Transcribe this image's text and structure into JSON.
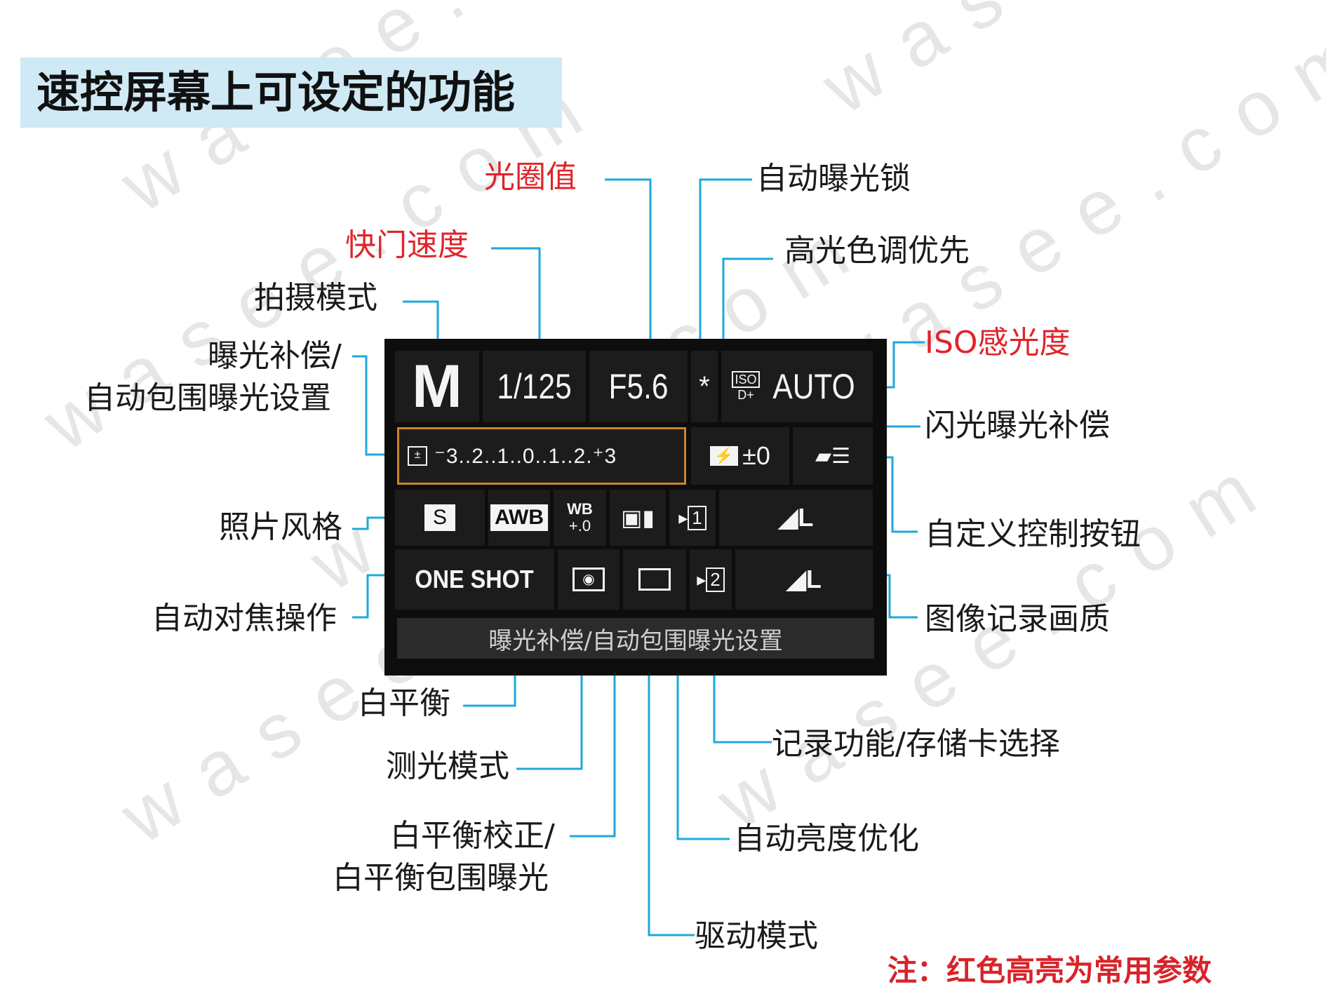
{
  "title": "速控屏幕上可设定的功能",
  "labels": {
    "aperture": "光圈值",
    "shutter": "快门速度",
    "shooting_mode": "拍摄模式",
    "exposure_comp_1": "曝光补偿/",
    "exposure_comp_2": "自动包围曝光设置",
    "picture_style": "照片风格",
    "af_operation": "自动对焦操作",
    "white_balance": "白平衡",
    "metering": "测光模式",
    "wb_correction_1": "白平衡校正/",
    "wb_correction_2": "白平衡包围曝光",
    "drive_mode": "驱动模式",
    "ae_lock": "自动曝光锁",
    "highlight_priority": "高光色调优先",
    "iso": "ISO感光度",
    "flash_comp": "闪光曝光补偿",
    "custom_controls": "自定义控制按钮",
    "image_quality": "图像记录画质",
    "record_card": "记录功能/存储卡选择",
    "alo": "自动亮度优化"
  },
  "screen": {
    "mode": "M",
    "shutter": "1/125",
    "aperture": "F5.6",
    "ae_lock_symbol": "*",
    "iso_badge_top": "ISO",
    "iso_badge_bottom": "D+",
    "iso": "AUTO",
    "exp_scale": "⁻3..2..1..0..1..2.⁺3",
    "flash_comp": "±0",
    "picture_style": "S",
    "wb": "AWB",
    "wb_shift_top": "WB",
    "wb_shift_bottom": "+.0",
    "card1": "1",
    "quality1": "L",
    "af_mode": "ONE SHOT",
    "card2": "2",
    "quality2": "L",
    "status_text": "曝光补偿/自动包围曝光设置"
  },
  "note": "注：红色高亮为常用参数",
  "watermark": "wasee.com",
  "colors": {
    "leader_line": "#1fa8dc",
    "highlight": "#e0242b",
    "title_bg": "#cfe9f5",
    "selection_border": "#c8862a"
  }
}
